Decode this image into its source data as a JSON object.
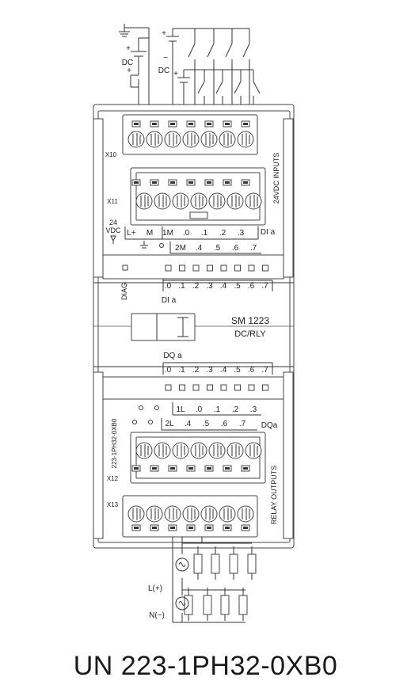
{
  "module": {
    "name": "SM 1223",
    "type": "DC/RLY",
    "side_label": "223-1PH32-0XB0",
    "caption": "UN 223-1PH32-0XB0"
  },
  "supply_labels": {
    "dc_top": "DC",
    "dc_inputs": "DC"
  },
  "connectors": {
    "x10": "X10",
    "x11": "X11",
    "x12": "X12",
    "x13": "X13"
  },
  "inputs": {
    "title": "24VDC INPUTS",
    "power_label_line1": "24",
    "power_label_line2": "VDC",
    "terminals_top": [
      "L+",
      "M",
      "1M",
      ".0",
      ".1",
      ".2",
      ".3"
    ],
    "group_a": "DI a",
    "terminals_bottom": [
      "2M",
      ".4",
      ".5",
      ".6",
      ".7"
    ],
    "led_labels": [
      ".0",
      ".1",
      ".2",
      ".3",
      ".4",
      ".5",
      ".6",
      ".7"
    ],
    "led_group": "DI a"
  },
  "diag_label": "DIAG",
  "outputs": {
    "title": "RELAY OUTPUTS",
    "group_label": "DQ a",
    "led_labels": [
      ".0",
      ".1",
      ".2",
      ".3",
      ".4",
      ".5",
      ".6",
      ".7"
    ],
    "terminals_top": [
      "1L",
      ".0",
      ".1",
      ".2",
      ".3"
    ],
    "group_a": "DQa",
    "terminals_bottom": [
      "2L",
      ".4",
      ".5",
      ".6",
      ".7"
    ]
  },
  "ac_labels": {
    "line": "L(+)",
    "neutral": "N(−)"
  },
  "symbols": {
    "plus": "+",
    "minus": "−",
    "ground": "ground-icon",
    "arrow": "down-arrow-icon",
    "source": "ac-source-icon"
  }
}
